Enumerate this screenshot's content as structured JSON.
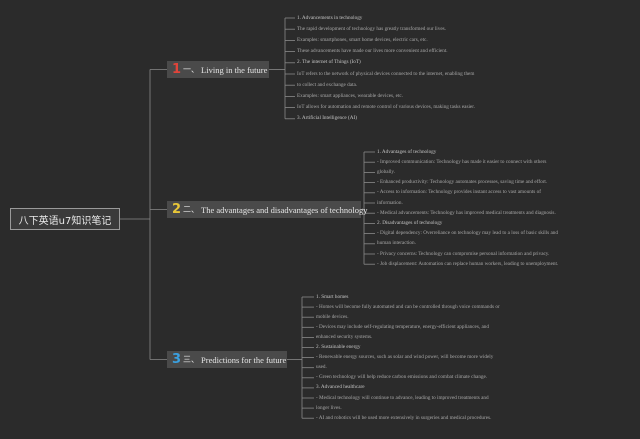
{
  "root": {
    "label": "八下英语u7知识笔记"
  },
  "branches": [
    {
      "number": "1",
      "number_color": "#e0443a",
      "cn_index": "一、",
      "title": "Living in the future",
      "items": [
        "1. Advancements in technology",
        "The rapid development of technology has greatly transformed our lives.",
        "Examples: smartphones, smart home devices, electric cars, etc.",
        "These advancements have made our lives more convenient and efficient.",
        "2. The internet of Things (IoT)",
        "IoT refers to the network of physical devices connected to the internet, enabling them",
        "to collect and exchange data.",
        "Examples: smart appliances, wearable devices, etc.",
        "IoT allows for automation and remote control of various devices, making tasks easier.",
        "3. Artificial Intelligence (AI)"
      ]
    },
    {
      "number": "2",
      "number_color": "#e8c638",
      "cn_index": "二、",
      "title": "The advantages and disadvantages of technology",
      "items": [
        "1. Advantages of technology",
        "- Improved communication: Technology has made it easier to connect with others",
        "globally.",
        "- Enhanced productivity: Technology automates processes, saving time and effort.",
        "- Access to information: Technology provides instant access to vast amounts of",
        "information.",
        "- Medical advancements: Technology has improved medical treatments and diagnosis.",
        "2. Disadvantages of technology",
        "- Digital dependency: Overreliance on technology may lead to a loss of basic skills and",
        "human interaction.",
        "- Privacy concerns: Technology can compromise personal information and privacy.",
        "- Job displacement: Automation can replace human workers, leading to unemployment."
      ]
    },
    {
      "number": "3",
      "number_color": "#3aa0e0",
      "cn_index": "三、",
      "title": "Predictions for the future",
      "items": [
        "1. Smart homes",
        "- Homes will become fully automated and can be controlled through voice commands or",
        "mobile devices.",
        "- Devices may include self-regulating temperature, energy-efficient appliances, and",
        "enhanced security systems.",
        "2. Sustainable energy",
        "- Renewable energy sources, such as solar and wind power, will become more widely",
        "used.",
        "- Green technology will help reduce carbon emissions and combat climate change.",
        "3. Advanced healthcare",
        "- Medical technology will continue to advance, leading to improved treatments and",
        "longer lives.",
        "- AI and robotics will be used more extensively in surgeries and medical procedures."
      ]
    }
  ]
}
